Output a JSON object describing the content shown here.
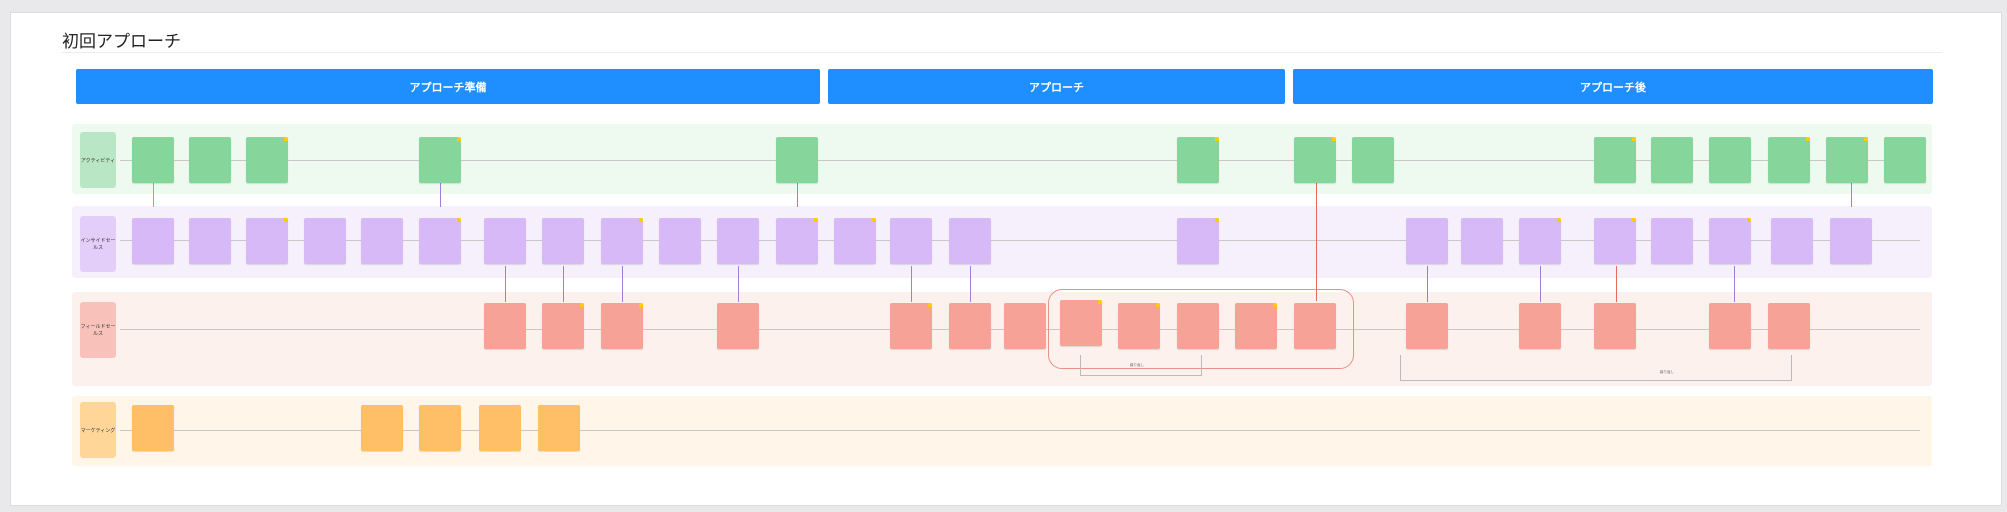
{
  "page": {
    "title": "初回アプローチ",
    "topbar_label": "",
    "subtitle": ""
  },
  "phases": [
    {
      "label": "アプローチ準備"
    },
    {
      "label": "アプローチ"
    },
    {
      "label": "アプローチ後"
    }
  ],
  "lanes": [
    {
      "label": "アクティビティ",
      "color": "#86d69c",
      "bg": "#eef9f0"
    },
    {
      "label": "インサイドセールス",
      "color": "#d8b9f7",
      "bg": "#f6f0fd"
    },
    {
      "label": "フィールドセールス",
      "color": "#f6a297",
      "bg": "#fdf1ee"
    },
    {
      "label": "マーケティング",
      "color": "#ffbf66",
      "bg": "#fff6e9"
    }
  ],
  "loop_labels": [
    "繰り返し",
    "繰り返し"
  ],
  "colors": {
    "phase_blue": "#1f8fff",
    "green": "#86d69c",
    "purple": "#d8b9f7",
    "red": "#f6a297",
    "orange": "#ffbf66",
    "group_border": "#e8908a"
  }
}
